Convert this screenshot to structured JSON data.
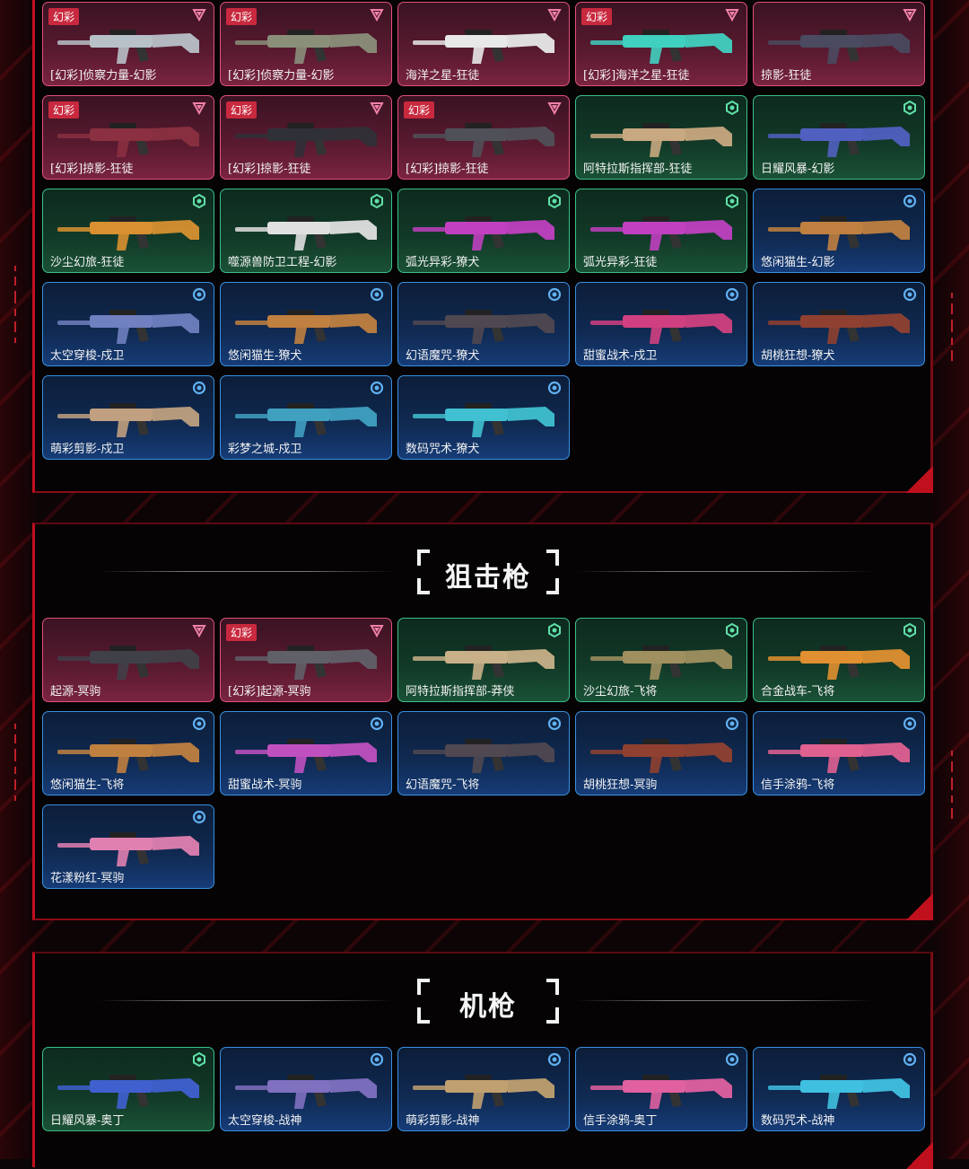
{
  "colors": {
    "pink": "#e0507a",
    "green": "#3ac08a",
    "blue": "#3a90e0",
    "accent": "#c0101e",
    "tag": "#c8293e"
  },
  "tag_label": "幻彩",
  "sections": {
    "rifles": {
      "cards": [
        {
          "name": "[幻彩]侦察力量-幻影",
          "rarity": "pink",
          "tag": true,
          "gun": "#b8c0c8"
        },
        {
          "name": "[幻彩]侦察力量-幻影",
          "rarity": "pink",
          "tag": true,
          "gun": "#8a8f7a"
        },
        {
          "name": "海洋之星-狂徒",
          "rarity": "pink",
          "tag": false,
          "gun": "#e8e8e8"
        },
        {
          "name": "[幻彩]海洋之星-狂徒",
          "rarity": "pink",
          "tag": true,
          "gun": "#40d0c0"
        },
        {
          "name": "掠影-狂徒",
          "rarity": "pink",
          "tag": false,
          "gun": "#4a4a60"
        },
        {
          "name": "[幻彩]掠影-狂徒",
          "rarity": "pink",
          "tag": true,
          "gun": "#8a3040"
        },
        {
          "name": "[幻彩]掠影-狂徒",
          "rarity": "pink",
          "tag": true,
          "gun": "#303038"
        },
        {
          "name": "[幻彩]掠影-狂徒",
          "rarity": "pink",
          "tag": true,
          "gun": "#505058"
        },
        {
          "name": "阿特拉斯指挥部-狂徒",
          "rarity": "green",
          "tag": false,
          "gun": "#c8a880"
        },
        {
          "name": "日耀风暴-幻影",
          "rarity": "green",
          "tag": false,
          "gun": "#5060c0"
        },
        {
          "name": "沙尘幻旅-狂徒",
          "rarity": "green",
          "tag": false,
          "gun": "#d89030"
        },
        {
          "name": "噬源兽防卫工程-幻影",
          "rarity": "green",
          "tag": false,
          "gun": "#e0e0e0"
        },
        {
          "name": "弧光异彩-獠犬",
          "rarity": "green",
          "tag": false,
          "gun": "#c040c0"
        },
        {
          "name": "弧光异彩-狂徒",
          "rarity": "green",
          "tag": false,
          "gun": "#c040c0"
        },
        {
          "name": "悠闲猫生-幻影",
          "rarity": "blue",
          "tag": false,
          "gun": "#c08040"
        },
        {
          "name": "太空穿梭-戍卫",
          "rarity": "blue",
          "tag": false,
          "gun": "#7080c0"
        },
        {
          "name": "悠闲猫生-獠犬",
          "rarity": "blue",
          "tag": false,
          "gun": "#c08040"
        },
        {
          "name": "幻语魔咒-獠犬",
          "rarity": "blue",
          "tag": false,
          "gun": "#504850"
        },
        {
          "name": "甜蜜战术-戍卫",
          "rarity": "blue",
          "tag": false,
          "gun": "#d04080"
        },
        {
          "name": "胡桃狂想-獠犬",
          "rarity": "blue",
          "tag": false,
          "gun": "#904030"
        },
        {
          "name": "萌彩剪影-戍卫",
          "rarity": "blue",
          "tag": false,
          "gun": "#c0a080"
        },
        {
          "name": "彩梦之城-戍卫",
          "rarity": "blue",
          "tag": false,
          "gun": "#40a0c0"
        },
        {
          "name": "数码咒术-獠犬",
          "rarity": "blue",
          "tag": false,
          "gun": "#40c0d0"
        }
      ]
    },
    "sniper": {
      "title": "狙击枪",
      "cards": [
        {
          "name": "起源-冥驹",
          "rarity": "pink",
          "tag": false,
          "gun": "#404048"
        },
        {
          "name": "[幻彩]起源-冥驹",
          "rarity": "pink",
          "tag": true,
          "gun": "#606068"
        },
        {
          "name": "阿特拉斯指挥部-莽侠",
          "rarity": "green",
          "tag": false,
          "gun": "#c8b088"
        },
        {
          "name": "沙尘幻旅-飞将",
          "rarity": "green",
          "tag": false,
          "gun": "#a09060"
        },
        {
          "name": "合金战车-飞将",
          "rarity": "green",
          "tag": false,
          "gun": "#e09030"
        },
        {
          "name": "悠闲猫生-飞将",
          "rarity": "blue",
          "tag": false,
          "gun": "#c08040"
        },
        {
          "name": "甜蜜战术-冥驹",
          "rarity": "blue",
          "tag": false,
          "gun": "#c050c0"
        },
        {
          "name": "幻语魔咒-飞将",
          "rarity": "blue",
          "tag": false,
          "gun": "#504850"
        },
        {
          "name": "胡桃狂想-冥驹",
          "rarity": "blue",
          "tag": false,
          "gun": "#904030"
        },
        {
          "name": "信手涂鸦-飞将",
          "rarity": "blue",
          "tag": false,
          "gun": "#e06090"
        },
        {
          "name": "花漾粉红-冥驹",
          "rarity": "blue",
          "tag": false,
          "gun": "#e080b0"
        }
      ]
    },
    "mg": {
      "title": "机枪",
      "cards": [
        {
          "name": "日耀风暴-奥丁",
          "rarity": "green",
          "tag": false,
          "gun": "#4060d0"
        },
        {
          "name": "太空穿梭-战神",
          "rarity": "blue",
          "tag": false,
          "gun": "#8070c0"
        },
        {
          "name": "萌彩剪影-战神",
          "rarity": "blue",
          "tag": false,
          "gun": "#c0a070"
        },
        {
          "name": "信手涂鸦-奥丁",
          "rarity": "blue",
          "tag": false,
          "gun": "#e060a0"
        },
        {
          "name": "数码咒术-战神",
          "rarity": "blue",
          "tag": false,
          "gun": "#40c0e0"
        }
      ]
    }
  }
}
